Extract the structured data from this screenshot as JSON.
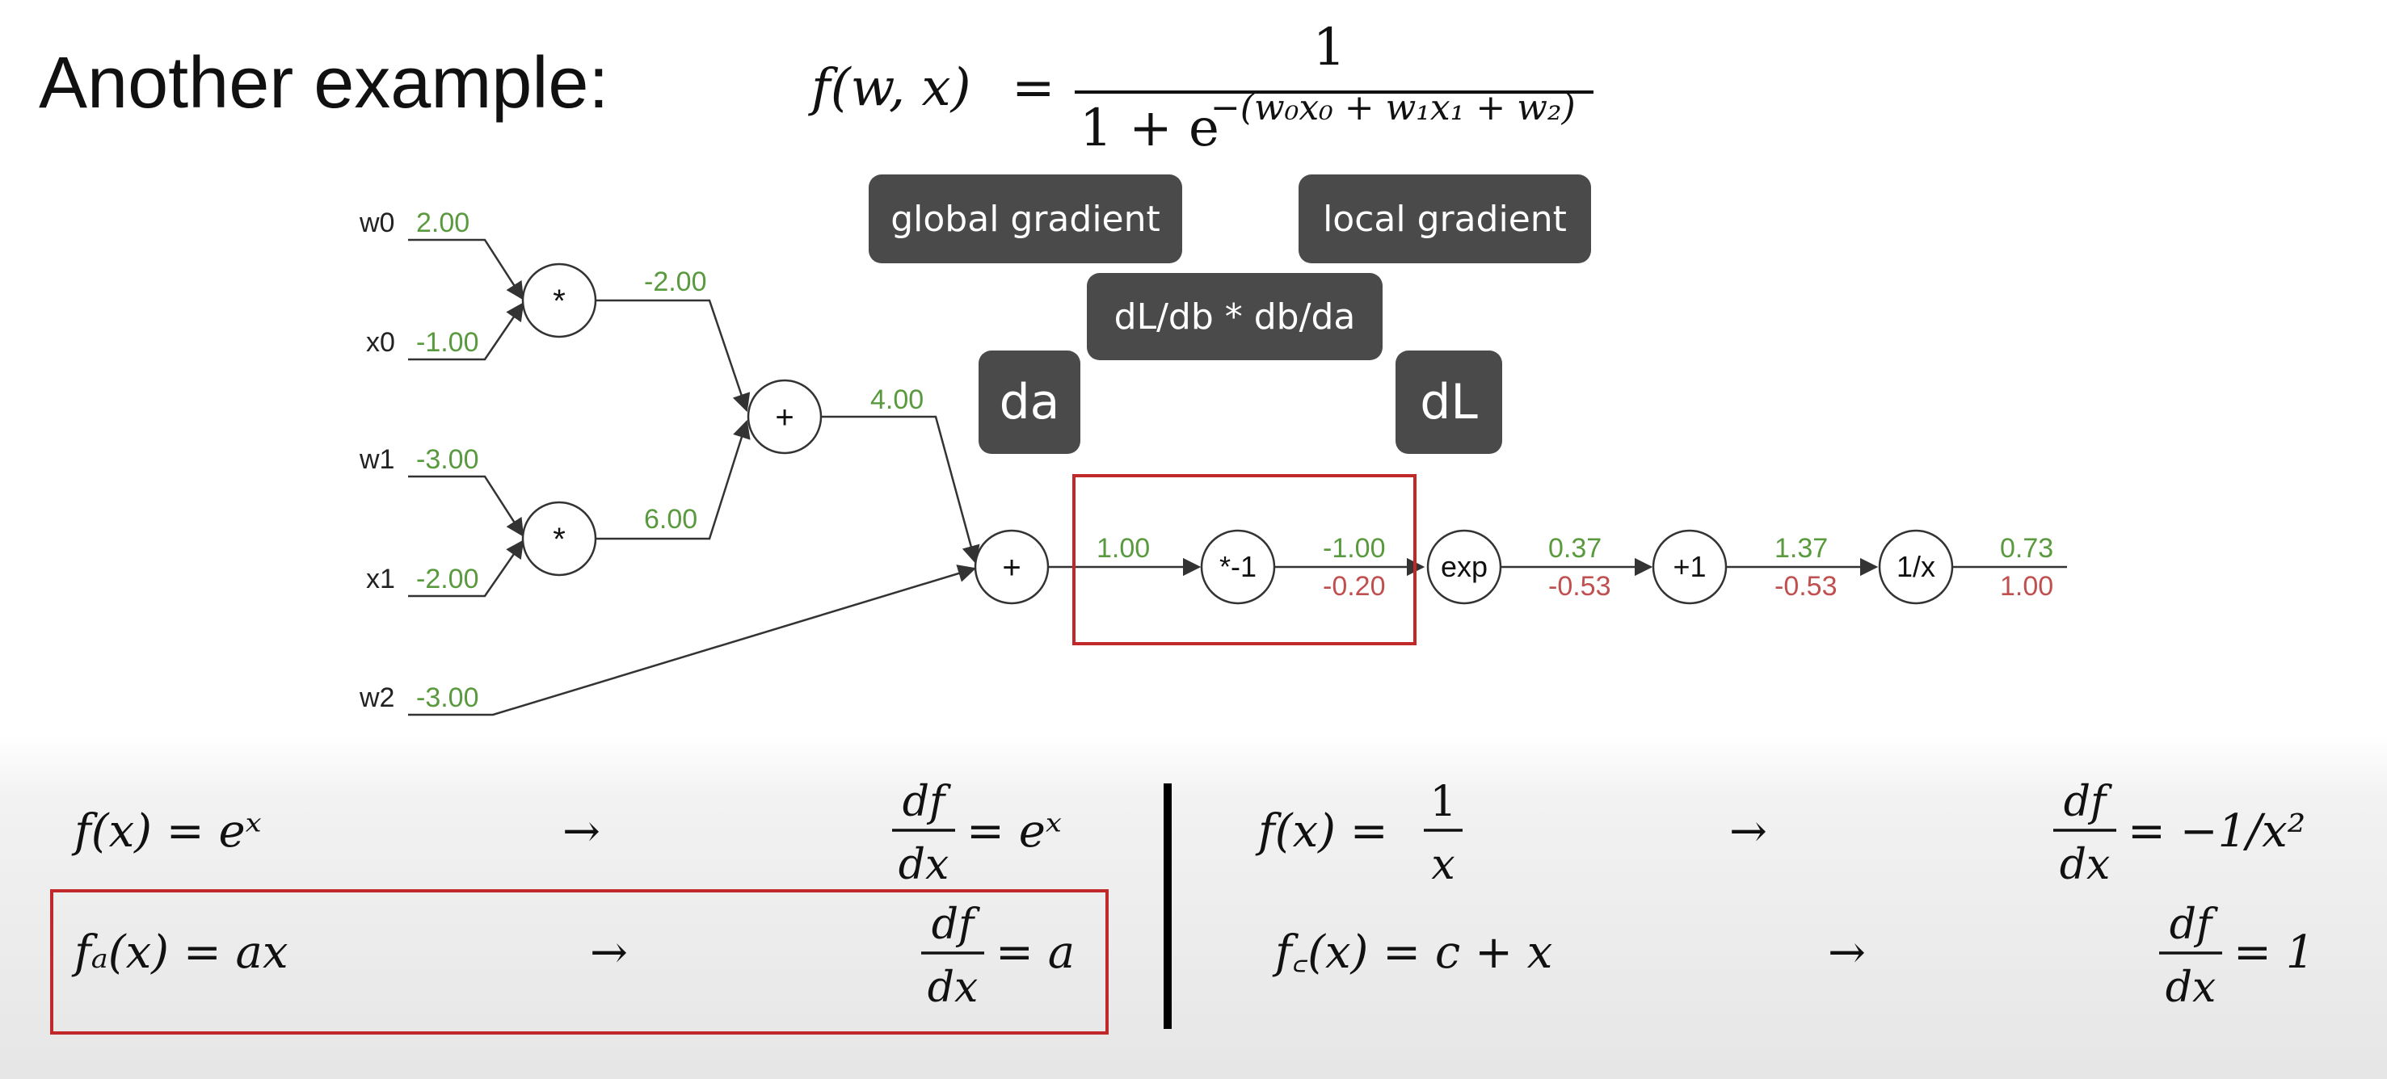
{
  "slide": {
    "title": "Another example:",
    "formula": {
      "lhs": "f(w, x)",
      "equals": "=",
      "numerator": "1",
      "denominator_base": "1 + e",
      "exponent": "−(w₀x₀ + w₁x₁ + w₂)"
    },
    "tags": {
      "global_gradient": "global gradient",
      "local_gradient": "local gradient",
      "chain_rule": "dL/db * db/da",
      "da": "da",
      "dl": "dL"
    }
  },
  "graph": {
    "inputs": [
      {
        "label": "w0",
        "value": "2.00"
      },
      {
        "label": "x0",
        "value": "-1.00"
      },
      {
        "label": "w1",
        "value": "-3.00"
      },
      {
        "label": "x1",
        "value": "-2.00"
      },
      {
        "label": "w2",
        "value": "-3.00"
      }
    ],
    "nodes": [
      {
        "op": "*"
      },
      {
        "op": "*"
      },
      {
        "op": "+"
      },
      {
        "op": "+"
      },
      {
        "op": "*-1"
      },
      {
        "op": "exp"
      },
      {
        "op": "+1"
      },
      {
        "op": "1/x"
      }
    ],
    "edge_values": [
      {
        "forward": "-2.00"
      },
      {
        "forward": "6.00"
      },
      {
        "forward": "4.00"
      },
      {
        "forward": "1.00"
      },
      {
        "forward": "-1.00",
        "backward": "-0.20"
      },
      {
        "forward": "0.37",
        "backward": "-0.53"
      },
      {
        "forward": "1.37",
        "backward": "-0.53"
      },
      {
        "forward": "0.73",
        "backward": "1.00"
      }
    ],
    "colors": {
      "forward": "#5a9a3f",
      "backward": "#c05050",
      "highlight": "#c0282a",
      "tag_bg": "#4a4a4a"
    }
  },
  "derivatives": {
    "exp": {
      "f": "f(x) = eˣ",
      "arrow": "→",
      "num": "df",
      "den": "dx",
      "rhs": "= eˣ"
    },
    "scale": {
      "f": "fₐ(x) = ax",
      "arrow": "→",
      "num": "df",
      "den": "dx",
      "rhs": "= a"
    },
    "reciprocal": {
      "f_lhs": "f(x) =",
      "frac_num": "1",
      "frac_den": "x",
      "arrow": "→",
      "num": "df",
      "den": "dx",
      "rhs": "= −1/x²"
    },
    "constant": {
      "f": "f꜀(x) = c + x",
      "arrow": "→",
      "num": "df",
      "den": "dx",
      "rhs": "= 1"
    }
  }
}
